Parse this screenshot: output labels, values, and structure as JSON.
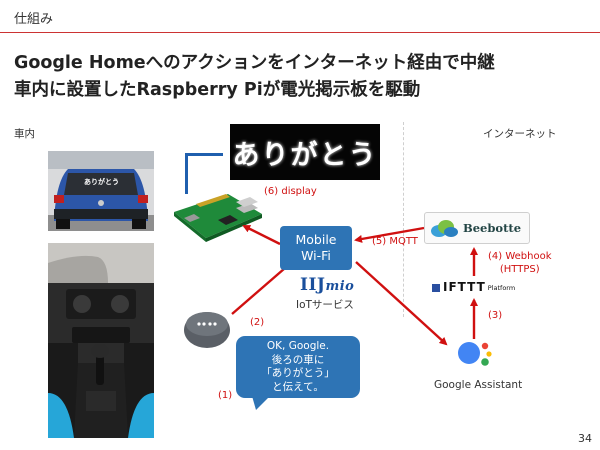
{
  "header": {
    "section_label": "仕組み",
    "title_line1": "Google Homeへのアクションをインターネット経由で中継",
    "title_line2": "車内に設置したRaspberry Piが電光掲示板を駆動"
  },
  "regions": {
    "car_label": "車内",
    "internet_label": "インターネット"
  },
  "diagram": {
    "sign_text": "ありがとう",
    "car_rear_sticker": "ありがとう",
    "mobile_wifi_line1": "Mobile",
    "mobile_wifi_line2": "Wi-Fi",
    "iij_logo_main": "IIJ",
    "iij_logo_sub": "mio",
    "iot_service": "IoTサービス",
    "beebotte_label": "Beebotte",
    "ifttt_label": "IFTTT",
    "ifttt_platform": "Platform",
    "google_assistant_label": "Google Assistant",
    "callout_lines": [
      "OK, Google.",
      "後ろの車に",
      "「ありがとう」",
      "と伝えて。"
    ],
    "steps": {
      "s1": "(1)",
      "s2": "(2)",
      "s3": "(3)",
      "s4_line1": "(4) Webhook",
      "s4_line2": "(HTTPS)",
      "s5": "(5) MQTT",
      "s6": "(6) display"
    }
  },
  "colors": {
    "accent_red": "#d01010",
    "wifi_blue": "#2e74b5",
    "rule_red": "#cc3333"
  },
  "page_number": "34"
}
